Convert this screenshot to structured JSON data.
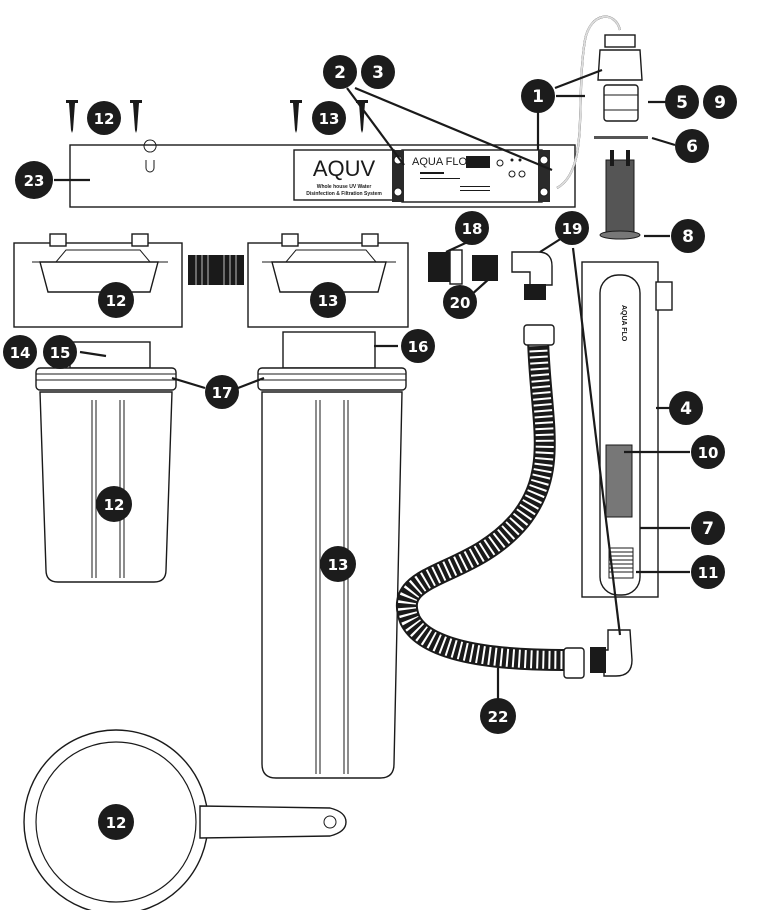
{
  "brand": {
    "logo_text": "AQUV",
    "logo_subtitle_1": "Whole house UV Water",
    "logo_subtitle_2": "Disinfection & Filtration System",
    "controller_text": "AQUA FLO",
    "lamp_text": "AQUA FLO"
  },
  "callouts": {
    "c1": "1",
    "c2": "2",
    "c3": "3",
    "c4": "4",
    "c5": "5",
    "c6": "6",
    "c7": "7",
    "c8": "8",
    "c9": "9",
    "c10": "10",
    "c11": "11",
    "c12_screw": "12",
    "c13_screw": "13",
    "c12_head": "12",
    "c13_head": "13",
    "c12_housing": "12",
    "c13_housing": "13",
    "c12_wrench": "12",
    "c14": "14",
    "c15": "15",
    "c16": "16",
    "c17": "17",
    "c18": "18",
    "c19": "19",
    "c20": "20",
    "c22": "22",
    "c23": "23"
  },
  "colors": {
    "badge": "#1c1c1c",
    "line": "#1a1a1a",
    "screen": "#777777"
  }
}
